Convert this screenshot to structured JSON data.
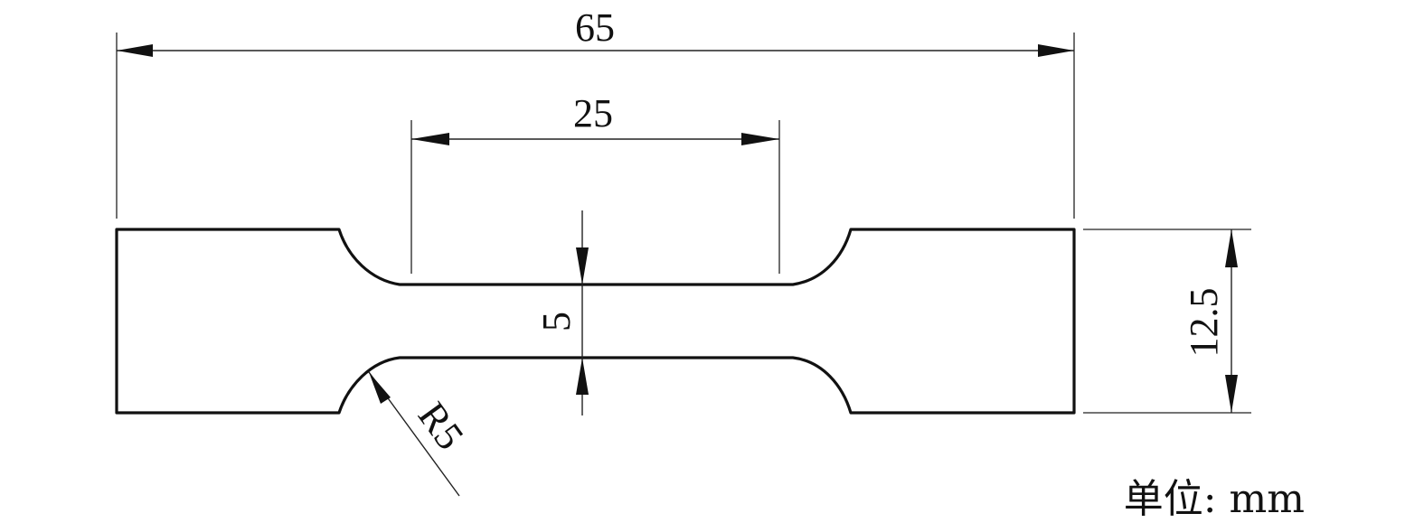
{
  "dimensions": {
    "overall_length": "65",
    "gauge_length": "25",
    "neck_width": "5",
    "grip_width": "12.5",
    "fillet_radius": "R5"
  },
  "unit_label": "单位: mm",
  "colors": {
    "line": "#111111",
    "background": "#ffffff"
  }
}
